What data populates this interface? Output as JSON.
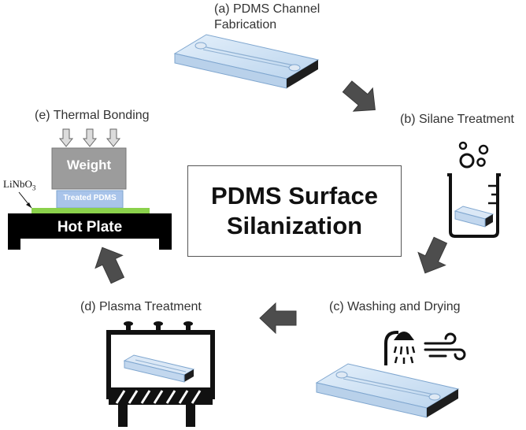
{
  "title": {
    "line1": "PDMS Surface",
    "line2": "Silanization"
  },
  "steps": {
    "a": {
      "line1": "(a) PDMS Channel",
      "line2": "Fabrication"
    },
    "b": {
      "label": "(b) Silane Treatment"
    },
    "c": {
      "label": "(c) Washing and Drying"
    },
    "d": {
      "label": "(d) Plasma Treatment"
    },
    "e": {
      "label": "(e) Thermal Bonding"
    }
  },
  "bonding": {
    "weight": "Weight",
    "treated_pdms": "Treated PDMS",
    "hot_plate": "Hot Plate",
    "substrate_base": "LiNbO",
    "substrate_sub": "3"
  },
  "icons": {
    "shower": "shower-icon",
    "wind": "wind-icon",
    "beaker": "beaker-icon",
    "plasma_chamber": "plasma-chamber-icon",
    "flow_arrow": "flow-arrow-icon"
  },
  "colors": {
    "pdms_fill": "#cfe3f7",
    "pdms_edge": "#7fa6cf",
    "arrow": "#4d4d4d",
    "weight": "#9c9c9c",
    "treated": "#a9c4ea",
    "substrate": "#8bd14c",
    "hot_plate": "#000000"
  }
}
